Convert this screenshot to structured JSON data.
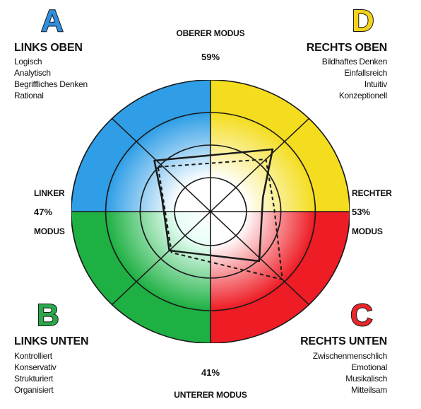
{
  "quadrants": {
    "a": {
      "letter": "A",
      "title": "LINKS OBEN",
      "items": [
        "Logisch",
        "Analytisch",
        "Begriffliches Denken",
        "Rational"
      ],
      "color": "#2f9ee6",
      "letter_color": "#2e8fe0"
    },
    "d": {
      "letter": "D",
      "title": "RECHTS OBEN",
      "items": [
        "Bildhaftes Denken",
        "Einfallsreich",
        "Intuitiv",
        "Konzeptionell"
      ],
      "color": "#f4dd1f",
      "letter_color": "#f2d21a"
    },
    "b": {
      "letter": "B",
      "title": "LINKS UNTEN",
      "items": [
        "Kontrolliert",
        "Konservativ",
        "Strukturiert",
        "Organisiert"
      ],
      "color": "#1fb043",
      "letter_color": "#2aa84a"
    },
    "c": {
      "letter": "C",
      "title": "RECHTS UNTEN",
      "items": [
        "Zwischenmenschlich",
        "Emotional",
        "Musikalisch",
        "Mitteilsam"
      ],
      "color": "#ee1c24",
      "letter_color": "#e8262c"
    }
  },
  "modes": {
    "top": {
      "label": "OBERER MODUS",
      "percent": "59%"
    },
    "bottom": {
      "label": "UNTERER MODUS",
      "percent": "41%"
    },
    "left": {
      "label_1": "LINKER",
      "percent": "47%",
      "label_2": "MODUS"
    },
    "right": {
      "label_1": "RECHTER",
      "percent": "53%",
      "label_2": "MODUS"
    }
  }
}
